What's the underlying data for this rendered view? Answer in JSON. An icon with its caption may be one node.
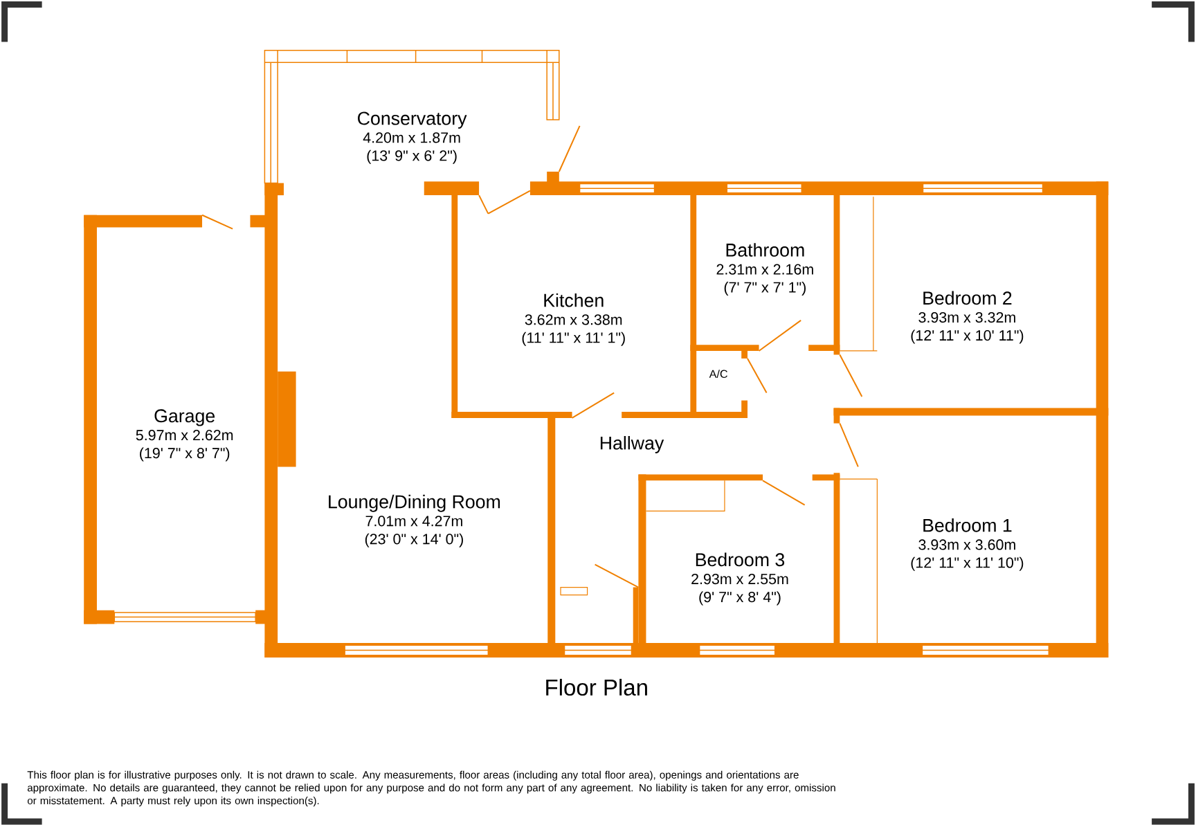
{
  "diagram": {
    "caption": "Floor Plan",
    "nodes": [
      {
        "text": [
          "Conservatory",
          "4.20m x 1.87m",
          "(13' 9\" x 6' 2\")"
        ]
      },
      {
        "text": [
          "Bathroom",
          "2.31m x 2.16m",
          "(7' 7\" x 7' 1\")"
        ]
      },
      {
        "text": [
          "Kitchen",
          "3.62m x 3.38m",
          "(11' 11\" x 11' 1\")"
        ]
      },
      {
        "text": [
          "Bedroom 2",
          "3.93m x 3.32m",
          "(12' 11\" x 10' 11\")"
        ]
      },
      {
        "text": [
          "A/C"
        ]
      },
      {
        "text": [
          "Garage",
          "5.97m x 2.62m",
          "(19' 7\" x 8' 7\")"
        ]
      },
      {
        "text": [
          "Hallway"
        ]
      },
      {
        "text": [
          "Lounge/Dining Room",
          "7.01m x 4.27m",
          "(23' 0\" x 14' 0\")"
        ]
      },
      {
        "text": [
          "Bedroom 1",
          "3.93m x 3.60m",
          "(12' 11\" x 11' 10\")"
        ]
      },
      {
        "text": [
          "Bedroom 3",
          "2.93m x 2.55m",
          "(9' 7\" x 8' 4\")"
        ]
      }
    ],
    "edges": [],
    "labels": [
      "This floor plan is for illustrative purposes only. It is not drawn to scale. Any measurements, floor areas (including any total floor area), openings and orientations are approximate. No details are guaranteed, they cannot be relied upon for any purpose and do not form any part of any agreement. No liability is taken for any error, omission or misstatement. A party must rely upon its own inspection(s)."
    ]
  }
}
